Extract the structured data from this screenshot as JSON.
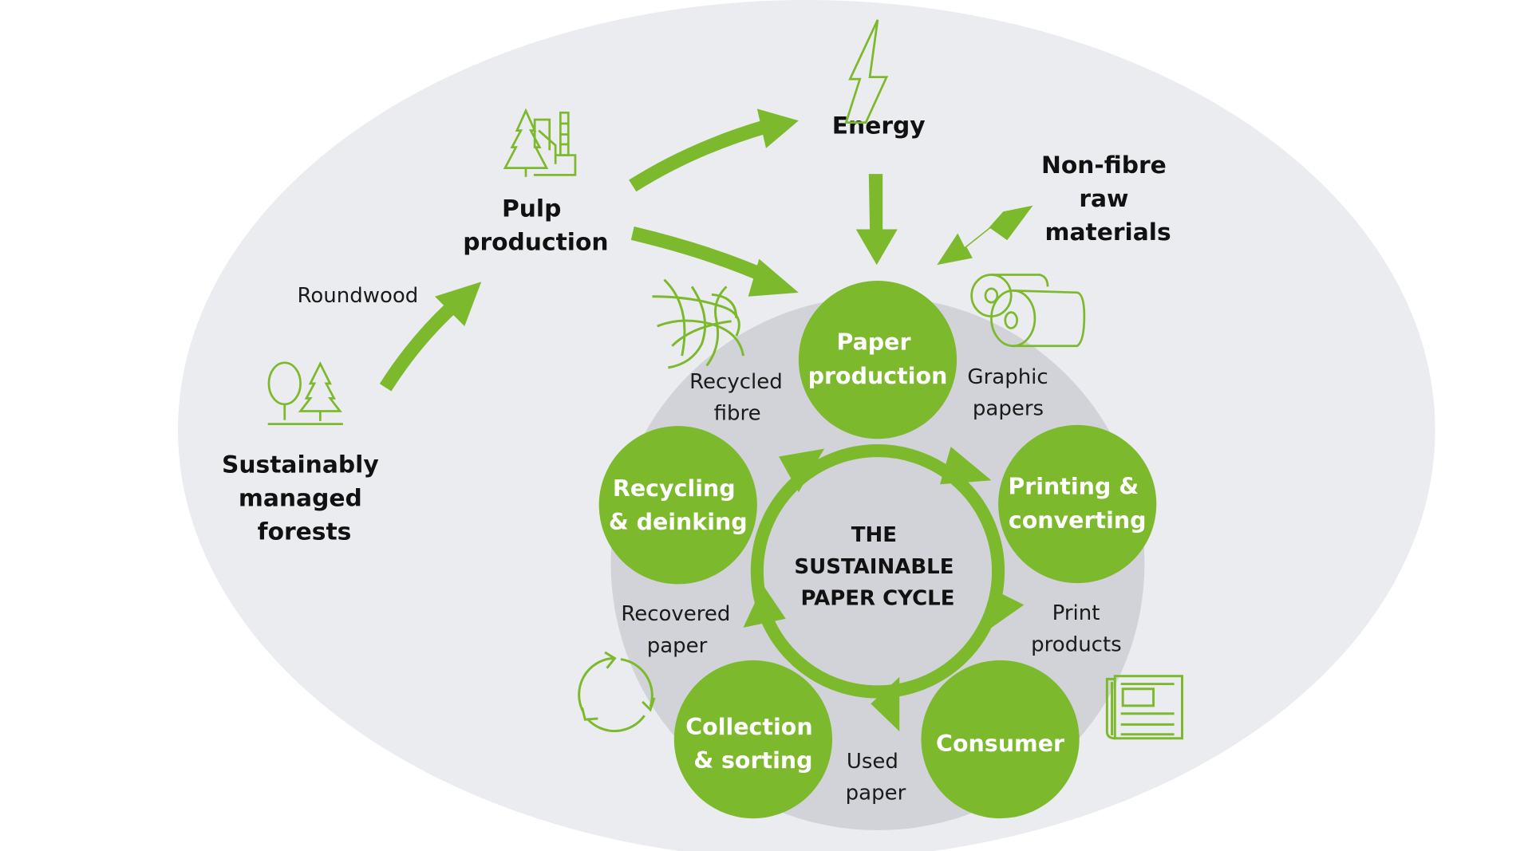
{
  "title": "The sustainable paper cycle",
  "colors": {
    "background": "#ffffff",
    "outer_ellipse": "#EBECF0",
    "inner_circle": "#D1D3D8",
    "accent_green": "#7CB92C",
    "text_dark": "#111111",
    "text_on_green": "#ffffff"
  },
  "center": {
    "lines": [
      "THE",
      "SUSTAINABLE",
      "PAPER CYCLE"
    ]
  },
  "outer_stages": {
    "forests": {
      "lines": [
        "Sustainably",
        "managed",
        "forests"
      ],
      "icon": "forest-trees-icon"
    },
    "pulp": {
      "lines": [
        "Pulp",
        "production"
      ],
      "icon": "pulp-mill-icon"
    },
    "energy": {
      "lines": [
        "Energy"
      ],
      "icon": "lightning-bolt-icon"
    },
    "non_fibre": {
      "lines": [
        "Non-fibre",
        "raw",
        "materials"
      ]
    }
  },
  "cycle_nodes": [
    {
      "id": "paper-production",
      "lines": [
        "Paper",
        "production"
      ]
    },
    {
      "id": "printing-converting",
      "lines": [
        "Printing &",
        "converting"
      ]
    },
    {
      "id": "consumer",
      "lines": [
        "Consumer"
      ]
    },
    {
      "id": "collection-sorting",
      "lines": [
        "Collection",
        "& sorting"
      ]
    },
    {
      "id": "recycling-deinking",
      "lines": [
        "Recycling",
        "& deinking"
      ]
    }
  ],
  "flow_labels": {
    "roundwood": [
      "Roundwood"
    ],
    "recycled_fibre": [
      "Recycled",
      "fibre"
    ],
    "graphic_papers": [
      "Graphic",
      "papers"
    ],
    "print_products": [
      "Print",
      "products"
    ],
    "used_paper": [
      "Used",
      "paper"
    ],
    "recovered_paper": [
      "Recovered",
      "paper"
    ]
  },
  "icons": {
    "fibres": "fibre-tangle-icon",
    "paper_rolls": "paper-rolls-icon",
    "newspaper": "newspaper-icon",
    "recycle": "recycle-arrows-icon"
  }
}
